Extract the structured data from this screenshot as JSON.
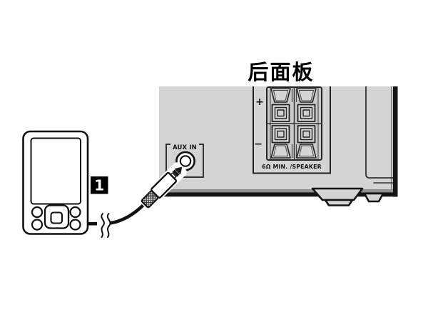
{
  "title": "后面板",
  "step": {
    "number": "1"
  },
  "rear_panel": {
    "aux_in": {
      "label": "AUX IN"
    },
    "speaker_terminals": {
      "plus": "+",
      "minus": "−",
      "caption": "6Ω MIN. /SPEAKER",
      "terminal_count": 4
    }
  },
  "devices": {
    "portable_player": "portable media player with screen, four round buttons and center d-pad",
    "connection": "3.5mm stereo mini plug cable into AUX IN jack"
  },
  "colors": {
    "background": "#ffffff",
    "panel_gray": "#d4d4d4",
    "terminal_well_gray": "#c9c9c9",
    "outline_black": "#111111",
    "bottom_band_gray": "#8f8f8f",
    "badge_bg": "#000000",
    "badge_fg": "#ffffff"
  }
}
